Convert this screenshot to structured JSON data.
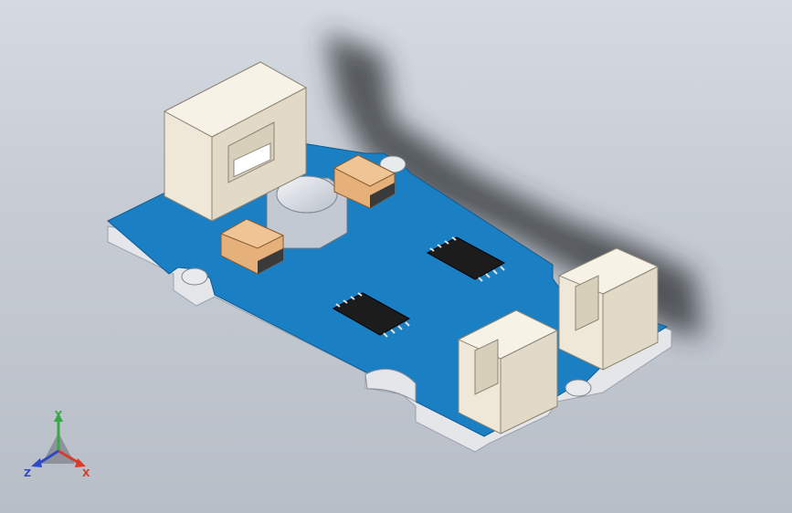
{
  "viewport": {
    "background_top": "#d5dae1",
    "background_bottom": "#b8bec7"
  },
  "model": {
    "pcb_color": "#1b7fc4",
    "pcb_edge_color": "#e4e6ea",
    "connector_color": "#efe8d8",
    "capacitor_color": "#e6b07a",
    "ic_color": "#1c1c1c",
    "crystal_color": "#cfd4dc"
  },
  "triad": {
    "x_label": "X",
    "y_label": "Y",
    "z_label": "Z",
    "x_color": "#d93a2b",
    "y_color": "#37a845",
    "z_color": "#2d49c4"
  }
}
